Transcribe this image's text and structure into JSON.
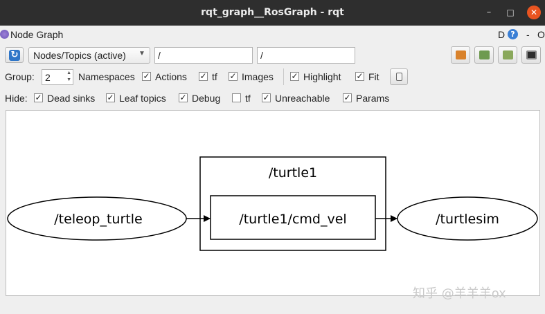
{
  "window": {
    "title": "rqt_graph__RosGraph - rqt",
    "controls": {
      "minimize": "–",
      "maximize": "□",
      "close": "✕"
    }
  },
  "plugin": {
    "name": "Node Graph",
    "d_label": "D",
    "help": "?",
    "dash": "-",
    "close": "O"
  },
  "toolbar": {
    "mode_select": "Nodes/Topics (active)",
    "node_filter": "/",
    "topic_filter": "/",
    "icons": [
      "refresh-icon",
      "load-dot-icon",
      "save-dot-icon",
      "save-svg-icon",
      "save-image-icon"
    ]
  },
  "options": {
    "group_label": "Group:",
    "group_value": "2",
    "namespaces_label": "Namespaces",
    "namespaces_checked": true,
    "actions_label": "Actions",
    "actions_checked": true,
    "tf_label": "tf",
    "tf_checked": true,
    "images_label": "Images",
    "images_checked": true,
    "highlight_label": "Highlight",
    "highlight_checked": true,
    "fit_label": "Fit",
    "fit_checked": true
  },
  "hide": {
    "label": "Hide:",
    "dead_sinks": "Dead sinks",
    "leaf_topics": "Leaf topics",
    "debug": "Debug",
    "tf": "tf",
    "unreachable": "Unreachable",
    "params": "Params",
    "checked": {
      "dead_sinks": true,
      "leaf_topics": true,
      "debug": true,
      "tf": false,
      "unreachable": true,
      "params": true
    }
  },
  "graph": {
    "namespace_box": "/turtle1",
    "nodes": {
      "publisher": "/teleop_turtle",
      "subscriber": "/turtlesim"
    },
    "topic": "/turtle1/cmd_vel"
  },
  "watermark": "知乎 @羊羊羊ox"
}
